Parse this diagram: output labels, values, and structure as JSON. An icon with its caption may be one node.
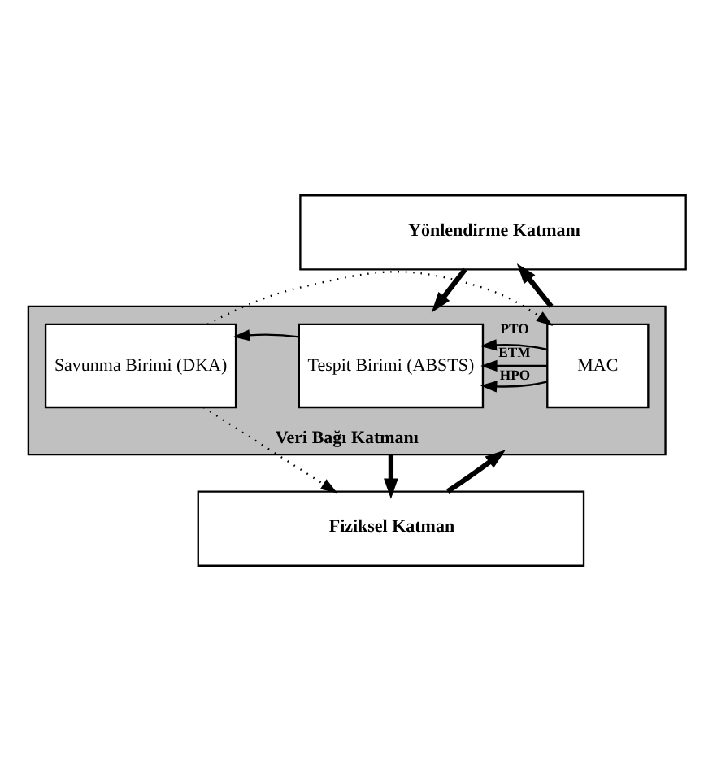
{
  "diagram": {
    "nodes": [
      {
        "text": [
          "Yönlendirme Katmanı"
        ]
      },
      {
        "text": [
          "Veri Bağı Katmanı"
        ]
      },
      {
        "text": [
          "Savunma Birimi (DKA)"
        ],
        "in": 1
      },
      {
        "text": [
          "Tespit Birimi (ABSTS)"
        ],
        "in": 1
      },
      {
        "text": [
          "MAC"
        ],
        "in": 1
      },
      {
        "text": [
          "Fiziksel Katman"
        ]
      }
    ],
    "edges": [
      {
        "from": 0,
        "to": 1,
        "arrow": "to",
        "style": "thick"
      },
      {
        "from": 1,
        "to": 0,
        "arrow": "to",
        "style": "thick"
      },
      {
        "from": 4,
        "to": 3,
        "arrow": "to",
        "label": "HPO"
      },
      {
        "from": 4,
        "to": 3,
        "arrow": "to",
        "label": "PTO"
      },
      {
        "from": 4,
        "to": 3,
        "arrow": "to",
        "label": "ETM"
      },
      {
        "from": 3,
        "to": 2,
        "arrow": "to"
      },
      {
        "from": 2,
        "to": 4,
        "arrow": "to",
        "style": "dashed"
      },
      {
        "from": 2,
        "to": 5,
        "arrow": "to",
        "style": "dashed"
      },
      {
        "from": 1,
        "to": 5,
        "arrow": "to",
        "style": "thick"
      },
      {
        "from": 5,
        "to": 1,
        "arrow": "to",
        "style": "thick"
      }
    ]
  }
}
